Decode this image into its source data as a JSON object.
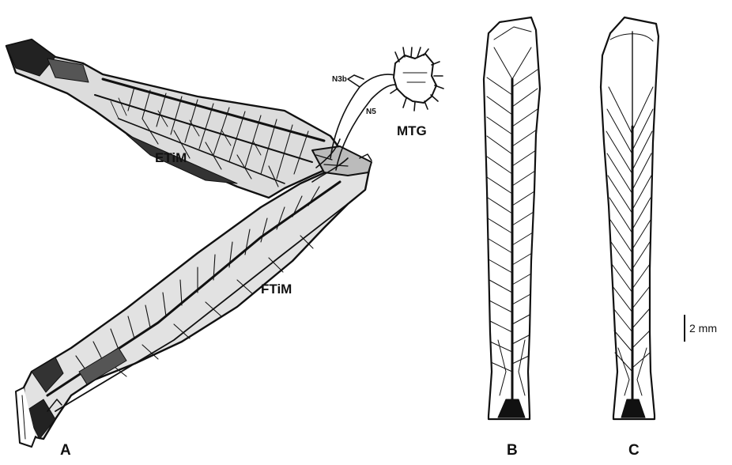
{
  "panels": {
    "a": {
      "letter": "A",
      "labels": {
        "etim": "ETiM",
        "ftim": "FTiM",
        "mtg": "MTG",
        "n3b": "N3b",
        "n5": "N5"
      }
    },
    "b": {
      "letter": "B"
    },
    "c": {
      "letter": "C"
    }
  },
  "scale_bar": {
    "text": "2 mm"
  },
  "colors": {
    "ink": "#111111",
    "paper": "#ffffff"
  }
}
